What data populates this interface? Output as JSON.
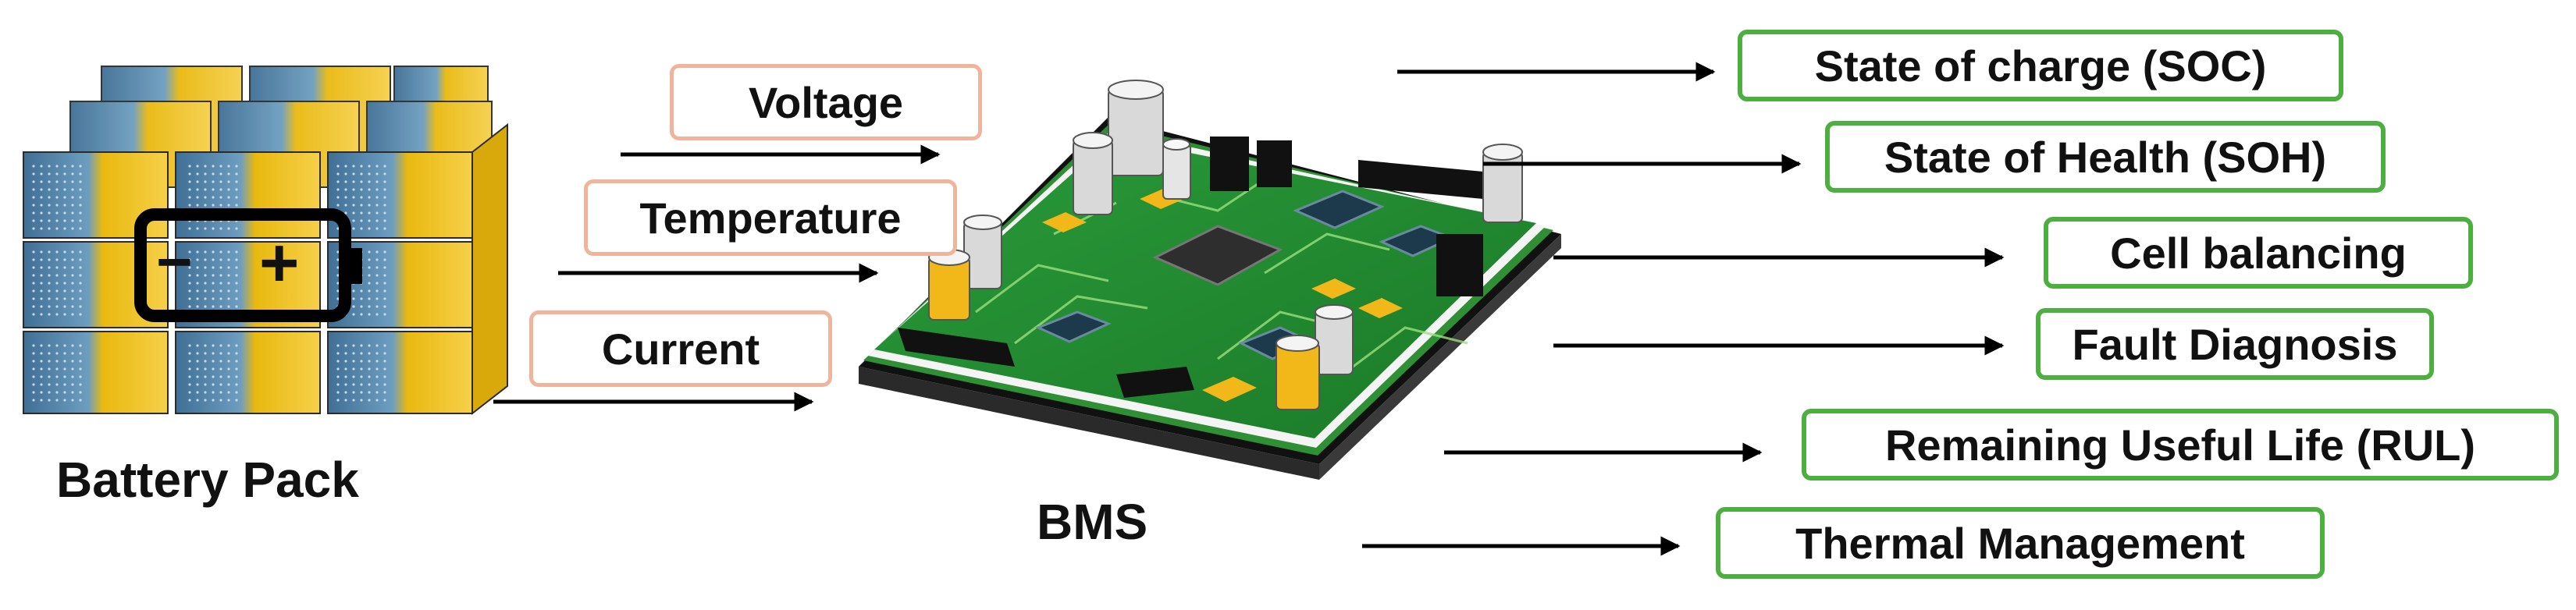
{
  "battery_pack": {
    "label": "Battery Pack",
    "terminal_minus": "−",
    "terminal_plus": "+"
  },
  "bms": {
    "label": "BMS"
  },
  "inputs": [
    "Voltage",
    "Temperature",
    "Current"
  ],
  "outputs": [
    "State of charge (SOC)",
    "State of Health (SOH)",
    "Cell balancing",
    "Fault Diagnosis",
    "Remaining Useful Life (RUL)",
    "Thermal Management"
  ],
  "colors": {
    "input_border": "#f0b49a",
    "output_border": "#4caf3f",
    "cell_blue": "#4a7fa6",
    "cell_yellow": "#f2c21a",
    "pcb_green": "#1f8a2e",
    "arrow": "#000000"
  },
  "icons": [
    "battery-icon",
    "circuit-board-icon",
    "arrow-icon"
  ]
}
